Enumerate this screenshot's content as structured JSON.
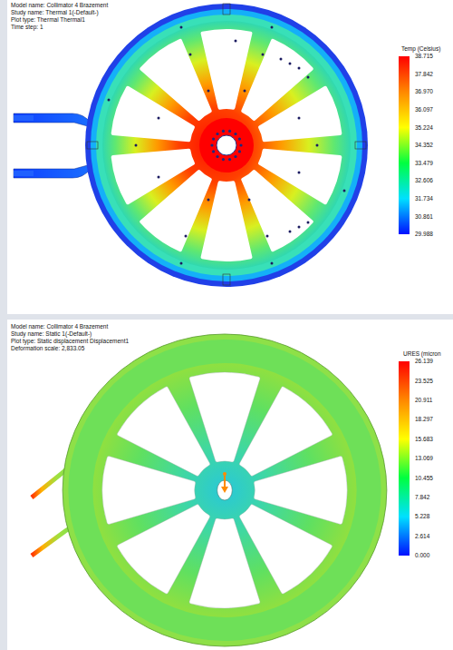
{
  "diagram": {
    "labels": [
      "Model name: Collimator 4 Brazement",
      "Study name: Thermal 1(-Default-)",
      "Plot type: Thermal Thermal1",
      "Time step: 1",
      "Temp (Celsius)",
      "38.715",
      "37.842",
      "36.970",
      "36.097",
      "35.224",
      "34.352",
      "33.479",
      "32.606",
      "31.734",
      "30.861",
      "29.988",
      "Model name: Collimator 4 Brazement",
      "Study name: Static 1(-Default-)",
      "Plot type: Static displacement Displacement1",
      "Deformation scale: 2,833.05",
      "URES (micron",
      "26.139",
      "23.525",
      "20.911",
      "18.297",
      "15.683",
      "13.069",
      "10.455",
      "7.842",
      "5.228",
      "2.614",
      "0.000"
    ]
  }
}
